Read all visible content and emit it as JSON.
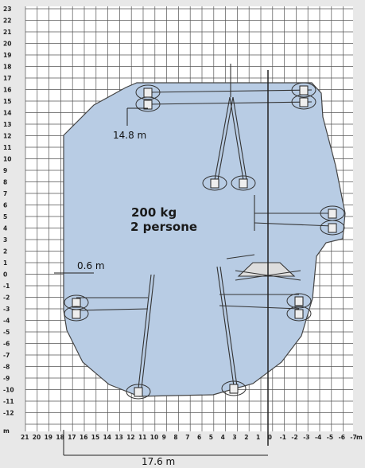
{
  "axes": {
    "y_ticks": [
      "23",
      "22",
      "21",
      "20",
      "19",
      "18",
      "17",
      "16",
      "15",
      "14",
      "13",
      "12",
      "11",
      "10",
      "9",
      "8",
      "7",
      "6",
      "5",
      "4",
      "3",
      "2",
      "1",
      "0",
      "-1",
      "-2",
      "-3",
      "-4",
      "-5",
      "-6",
      "-7",
      "-8",
      "-9",
      "-10",
      "-11",
      "-12"
    ],
    "y_unit": "m",
    "x_ticks": [
      "21",
      "20",
      "19",
      "18",
      "17",
      "16",
      "15",
      "14",
      "13",
      "12",
      "11",
      "10",
      "9",
      "8",
      "7",
      "6",
      "5",
      "4",
      "3",
      "2",
      "1",
      "0",
      "-1",
      "-2",
      "-3",
      "-4",
      "-5",
      "-6",
      "-7"
    ],
    "x_unit": "m"
  },
  "capacity": {
    "load": "200 kg",
    "persons": "2 persone"
  },
  "dimensions": {
    "max_height": "14.8 m",
    "min_offset": "0.6 m",
    "max_outreach": "17.6 m"
  },
  "colors": {
    "envelope_fill": "#b8cce4",
    "grid": "#555555",
    "background": "#e8e8e8"
  }
}
